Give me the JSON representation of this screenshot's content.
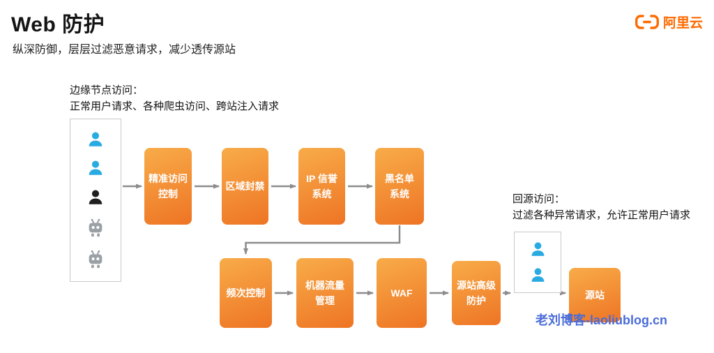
{
  "header": {
    "title": "Web 防护",
    "subtitle": "纵深防御，层层过滤恶意请求，减少透传源站",
    "logo_label": "阿里云"
  },
  "edge_access": {
    "title": "边缘节点访问：",
    "description": "正常用户请求、各种爬虫访问、跨站注入请求",
    "icons": [
      "user-icon",
      "user-icon",
      "user-icon",
      "crawler-bot-icon",
      "crawler-bot-icon"
    ]
  },
  "return_access": {
    "title": "回源访问：",
    "description": "过滤各种异常请求，允许正常用户请求",
    "icons": [
      "user-icon",
      "user-icon"
    ]
  },
  "pipeline": {
    "row1": [
      {
        "label": "精准访问\n控制"
      },
      {
        "label": "区域封禁"
      },
      {
        "label": "IP 信誉\n系统"
      },
      {
        "label": "黑名单\n系统"
      }
    ],
    "row2": [
      {
        "label": "频次控制"
      },
      {
        "label": "机器流量\n管理"
      },
      {
        "label": "WAF"
      },
      {
        "label": "源站高级\n防护"
      }
    ],
    "origin": {
      "label": "源站"
    }
  },
  "watermark": "老刘博客-laoliublog.cn",
  "colors": {
    "accent_orange": "#FF6A00",
    "node_gradient_top": "#F8AC49",
    "node_gradient_bottom": "#EE7424",
    "arrow_gray": "#8C8C8C",
    "user_blue": "#29ABE2",
    "user_dark": "#1F1F1F",
    "bot_gray": "#9AA0A6",
    "watermark_blue": "#4A6BD8"
  }
}
